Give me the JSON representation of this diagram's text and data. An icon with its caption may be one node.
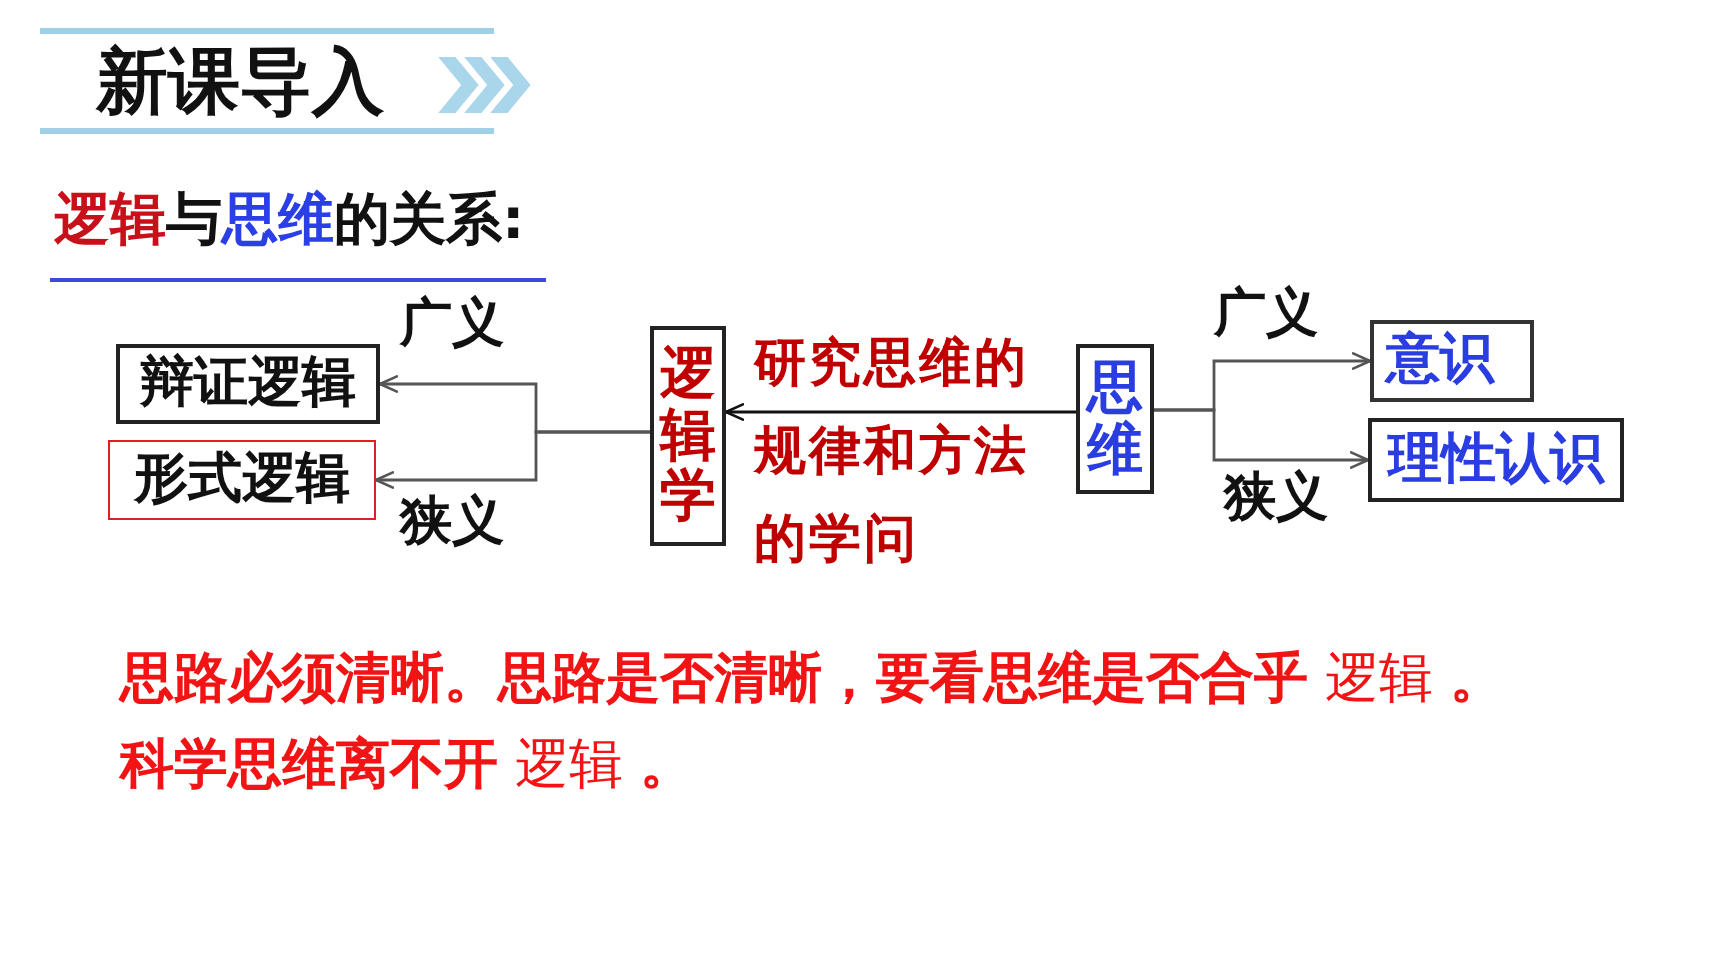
{
  "diagram": {
    "title": "新课导入",
    "nodes": [
      {
        "text": [
          "辩证逻辑"
        ]
      },
      {
        "text": [
          "形式逻辑"
        ]
      },
      {
        "text": [
          "逻辑学"
        ]
      },
      {
        "text": [
          "思维"
        ]
      },
      {
        "text": [
          "意识"
        ]
      },
      {
        "text": [
          "理性认识"
        ]
      }
    ],
    "edges": [
      {
        "from": 2,
        "to": 0,
        "arrow": "to",
        "label": "广义"
      },
      {
        "from": 2,
        "to": 1,
        "arrow": "to",
        "label": "狭义"
      },
      {
        "from": 3,
        "to": 2,
        "arrow": "to",
        "label": "研究思维的规律和方法的学问",
        "color": "#111111"
      },
      {
        "from": 3,
        "to": 4,
        "arrow": "to",
        "label": "广义"
      },
      {
        "from": 3,
        "to": 5,
        "arrow": "to",
        "label": "狭义"
      }
    ],
    "labels": [
      "逻辑与思维的关系:",
      "**思路必须清晰。思路是否清晰，要看思维是否合乎** 逻辑 **。**",
      "**科学思维离不开** 逻辑 **。**"
    ]
  }
}
